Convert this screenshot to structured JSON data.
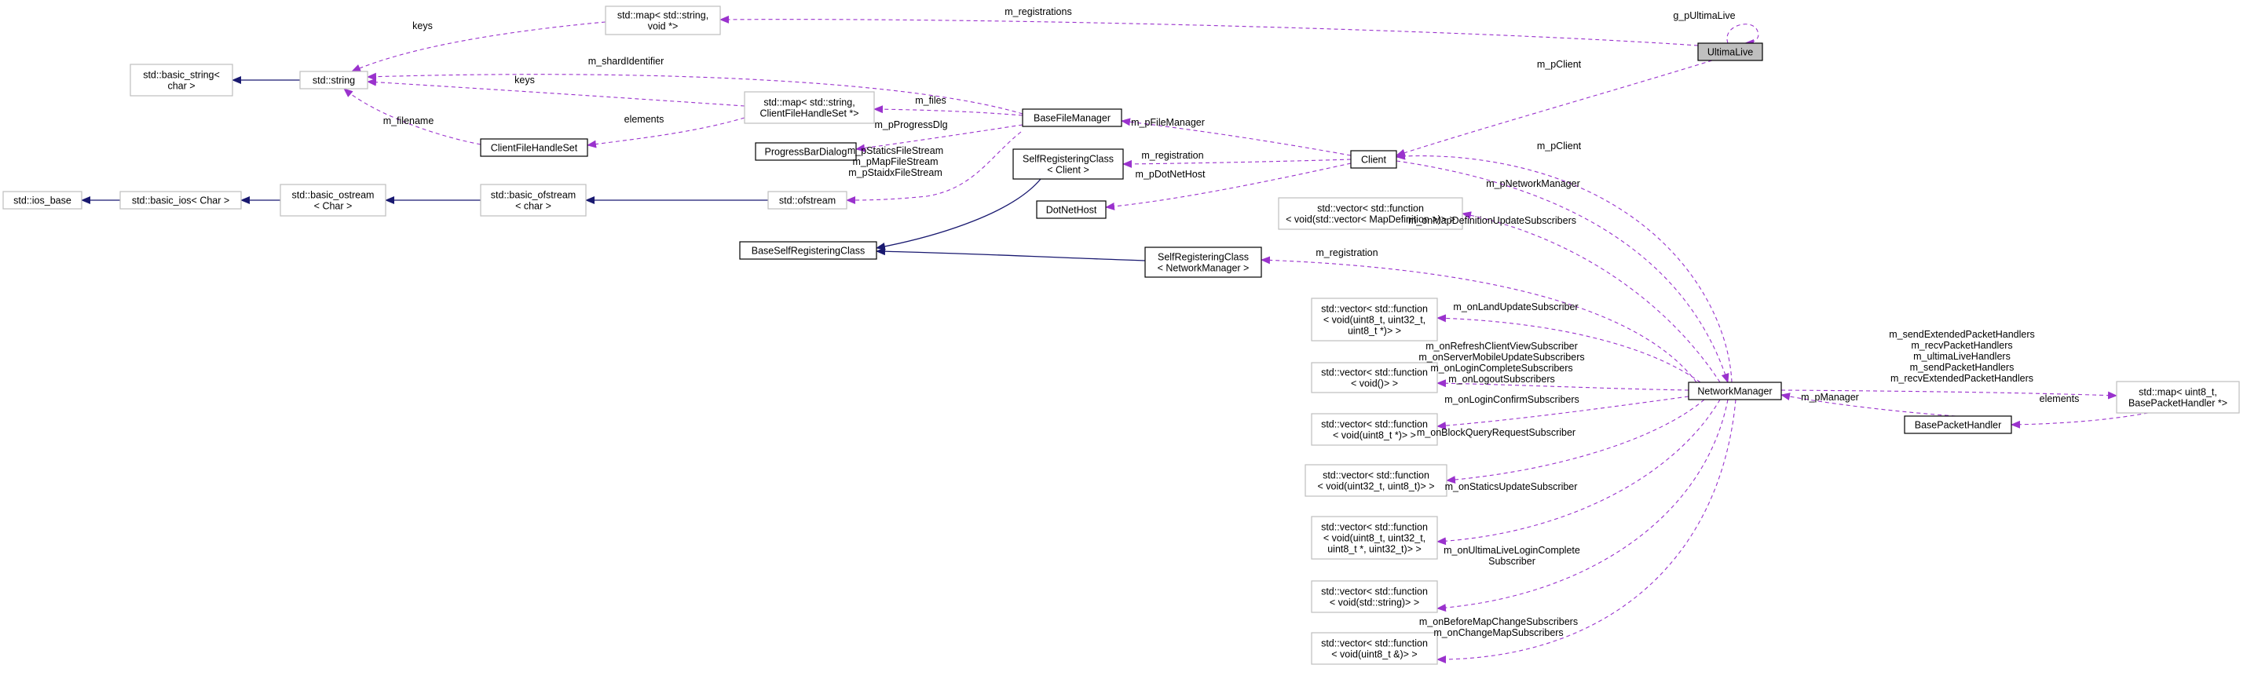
{
  "nodes": {
    "ultimalive": [
      "UltimaLive"
    ],
    "map_registrations": [
      "std::map< std::string,",
      "void *>"
    ],
    "basic_string": [
      "std::basic_string<",
      "char >"
    ],
    "std_string": [
      "std::string"
    ],
    "map_files": [
      "std::map< std::string,",
      "ClientFileHandleSet *>"
    ],
    "client_file_handle_set": [
      "ClientFileHandleSet"
    ],
    "base_file_manager": [
      "BaseFileManager"
    ],
    "progress_bar_dialog": [
      "ProgressBarDialog"
    ],
    "self_registering_client": [
      "SelfRegisteringClass",
      "< Client >"
    ],
    "client": [
      "Client"
    ],
    "ios_base": [
      "std::ios_base"
    ],
    "basic_ios": [
      "std::basic_ios< Char >"
    ],
    "basic_ostream": [
      "std::basic_ostream",
      "< Char >"
    ],
    "basic_ofstream": [
      "std::basic_ofstream",
      "< char >"
    ],
    "ofstream": [
      "std::ofstream"
    ],
    "dotnethost": [
      "DotNetHost"
    ],
    "base_self_registering": [
      "BaseSelfRegisteringClass"
    ],
    "self_registering_nm": [
      "SelfRegisteringClass",
      "< NetworkManager >"
    ],
    "vec_mapdef": [
      "std::vector< std::function",
      "< void(std::vector< MapDefinition >)> >"
    ],
    "vec_land": [
      "std::vector< std::function",
      "< void(uint8_t, uint32_t,",
      "uint8_t *)> >"
    ],
    "vec_void": [
      "std::vector< std::function",
      "< void()> >"
    ],
    "vec_u8ptr": [
      "std::vector< std::function",
      "< void(uint8_t *)> >"
    ],
    "vec_u32_u8": [
      "std::vector< std::function",
      "< void(uint32_t, uint8_t)> >"
    ],
    "vec_statics": [
      "std::vector< std::function",
      "< void(uint8_t, uint32_t,",
      "uint8_t *, uint32_t)> >"
    ],
    "vec_string": [
      "std::vector< std::function",
      "< void(std::string)> >"
    ],
    "vec_u8ref": [
      "std::vector< std::function",
      "< void(uint8_t &)> >"
    ],
    "network_manager": [
      "NetworkManager"
    ],
    "map_handlers": [
      "std::map< uint8_t,",
      "BasePacketHandler *>"
    ],
    "base_packet_handler": [
      "BasePacketHandler"
    ]
  },
  "edges": {
    "g_pUltimaLive": [
      "g_pUltimaLive"
    ],
    "m_registrations": [
      "m_registrations"
    ],
    "keys_top": [
      "keys"
    ],
    "m_pClient_ul": [
      "m_pClient"
    ],
    "m_shardIdentifier": [
      "m_shardIdentifier"
    ],
    "keys_files": [
      "keys"
    ],
    "m_files": [
      "m_files"
    ],
    "m_pFileManager": [
      "m_pFileManager"
    ],
    "m_filename": [
      "m_filename"
    ],
    "elements_files": [
      "elements"
    ],
    "m_pProgressDlg": [
      "m_pProgressDlg"
    ],
    "m_streams": [
      "m_pStaticsFileStream",
      "m_pMapFileStream",
      "m_pStaidxFileStream"
    ],
    "m_registration_client": [
      "m_registration"
    ],
    "m_pDotNetHost": [
      "m_pDotNetHost"
    ],
    "m_pClient_nm": [
      "m_pClient"
    ],
    "m_pNetworkManager": [
      "m_pNetworkManager"
    ],
    "m_onMapDefinitionUpdateSubscribers": [
      "m_onMapDefinitionUpdateSubscribers"
    ],
    "m_registration_nm": [
      "m_registration"
    ],
    "m_onLandUpdateSubscriber": [
      "m_onLandUpdateSubscriber"
    ],
    "void_subscribers": [
      "m_onRefreshClientViewSubscriber",
      "m_onServerMobileUpdateSubscribers",
      "m_onLoginCompleteSubscribers",
      "m_onLogoutSubscribers"
    ],
    "m_onLoginConfirmSubscribers": [
      "m_onLoginConfirmSubscribers"
    ],
    "m_onBlockQueryRequestSubscriber": [
      "m_onBlockQueryRequestSubscriber"
    ],
    "m_onStaticsUpdateSubscriber": [
      "m_onStaticsUpdateSubscriber"
    ],
    "m_onUltimaLiveLoginComplete": [
      "m_onUltimaLiveLoginComplete",
      "Subscriber"
    ],
    "map_change_subscribers": [
      "m_onBeforeMapChangeSubscribers",
      "m_onChangeMapSubscribers"
    ],
    "packet_handler_maps": [
      "m_sendExtendedPacketHandlers",
      "m_recvPacketHandlers",
      "m_ultimaLiveHandlers",
      "m_sendPacketHandlers",
      "m_recvExtendedPacketHandlers"
    ],
    "m_pManager": [
      "m_pManager"
    ],
    "elements_handlers": [
      "elements"
    ]
  },
  "colors": {
    "usage_edge": "#9a32cd",
    "inheritance_edge": "#191970",
    "node_border_documented": "#000000",
    "node_border_external": "#bfbfbf",
    "highlight_fill": "#bfbfbf"
  }
}
